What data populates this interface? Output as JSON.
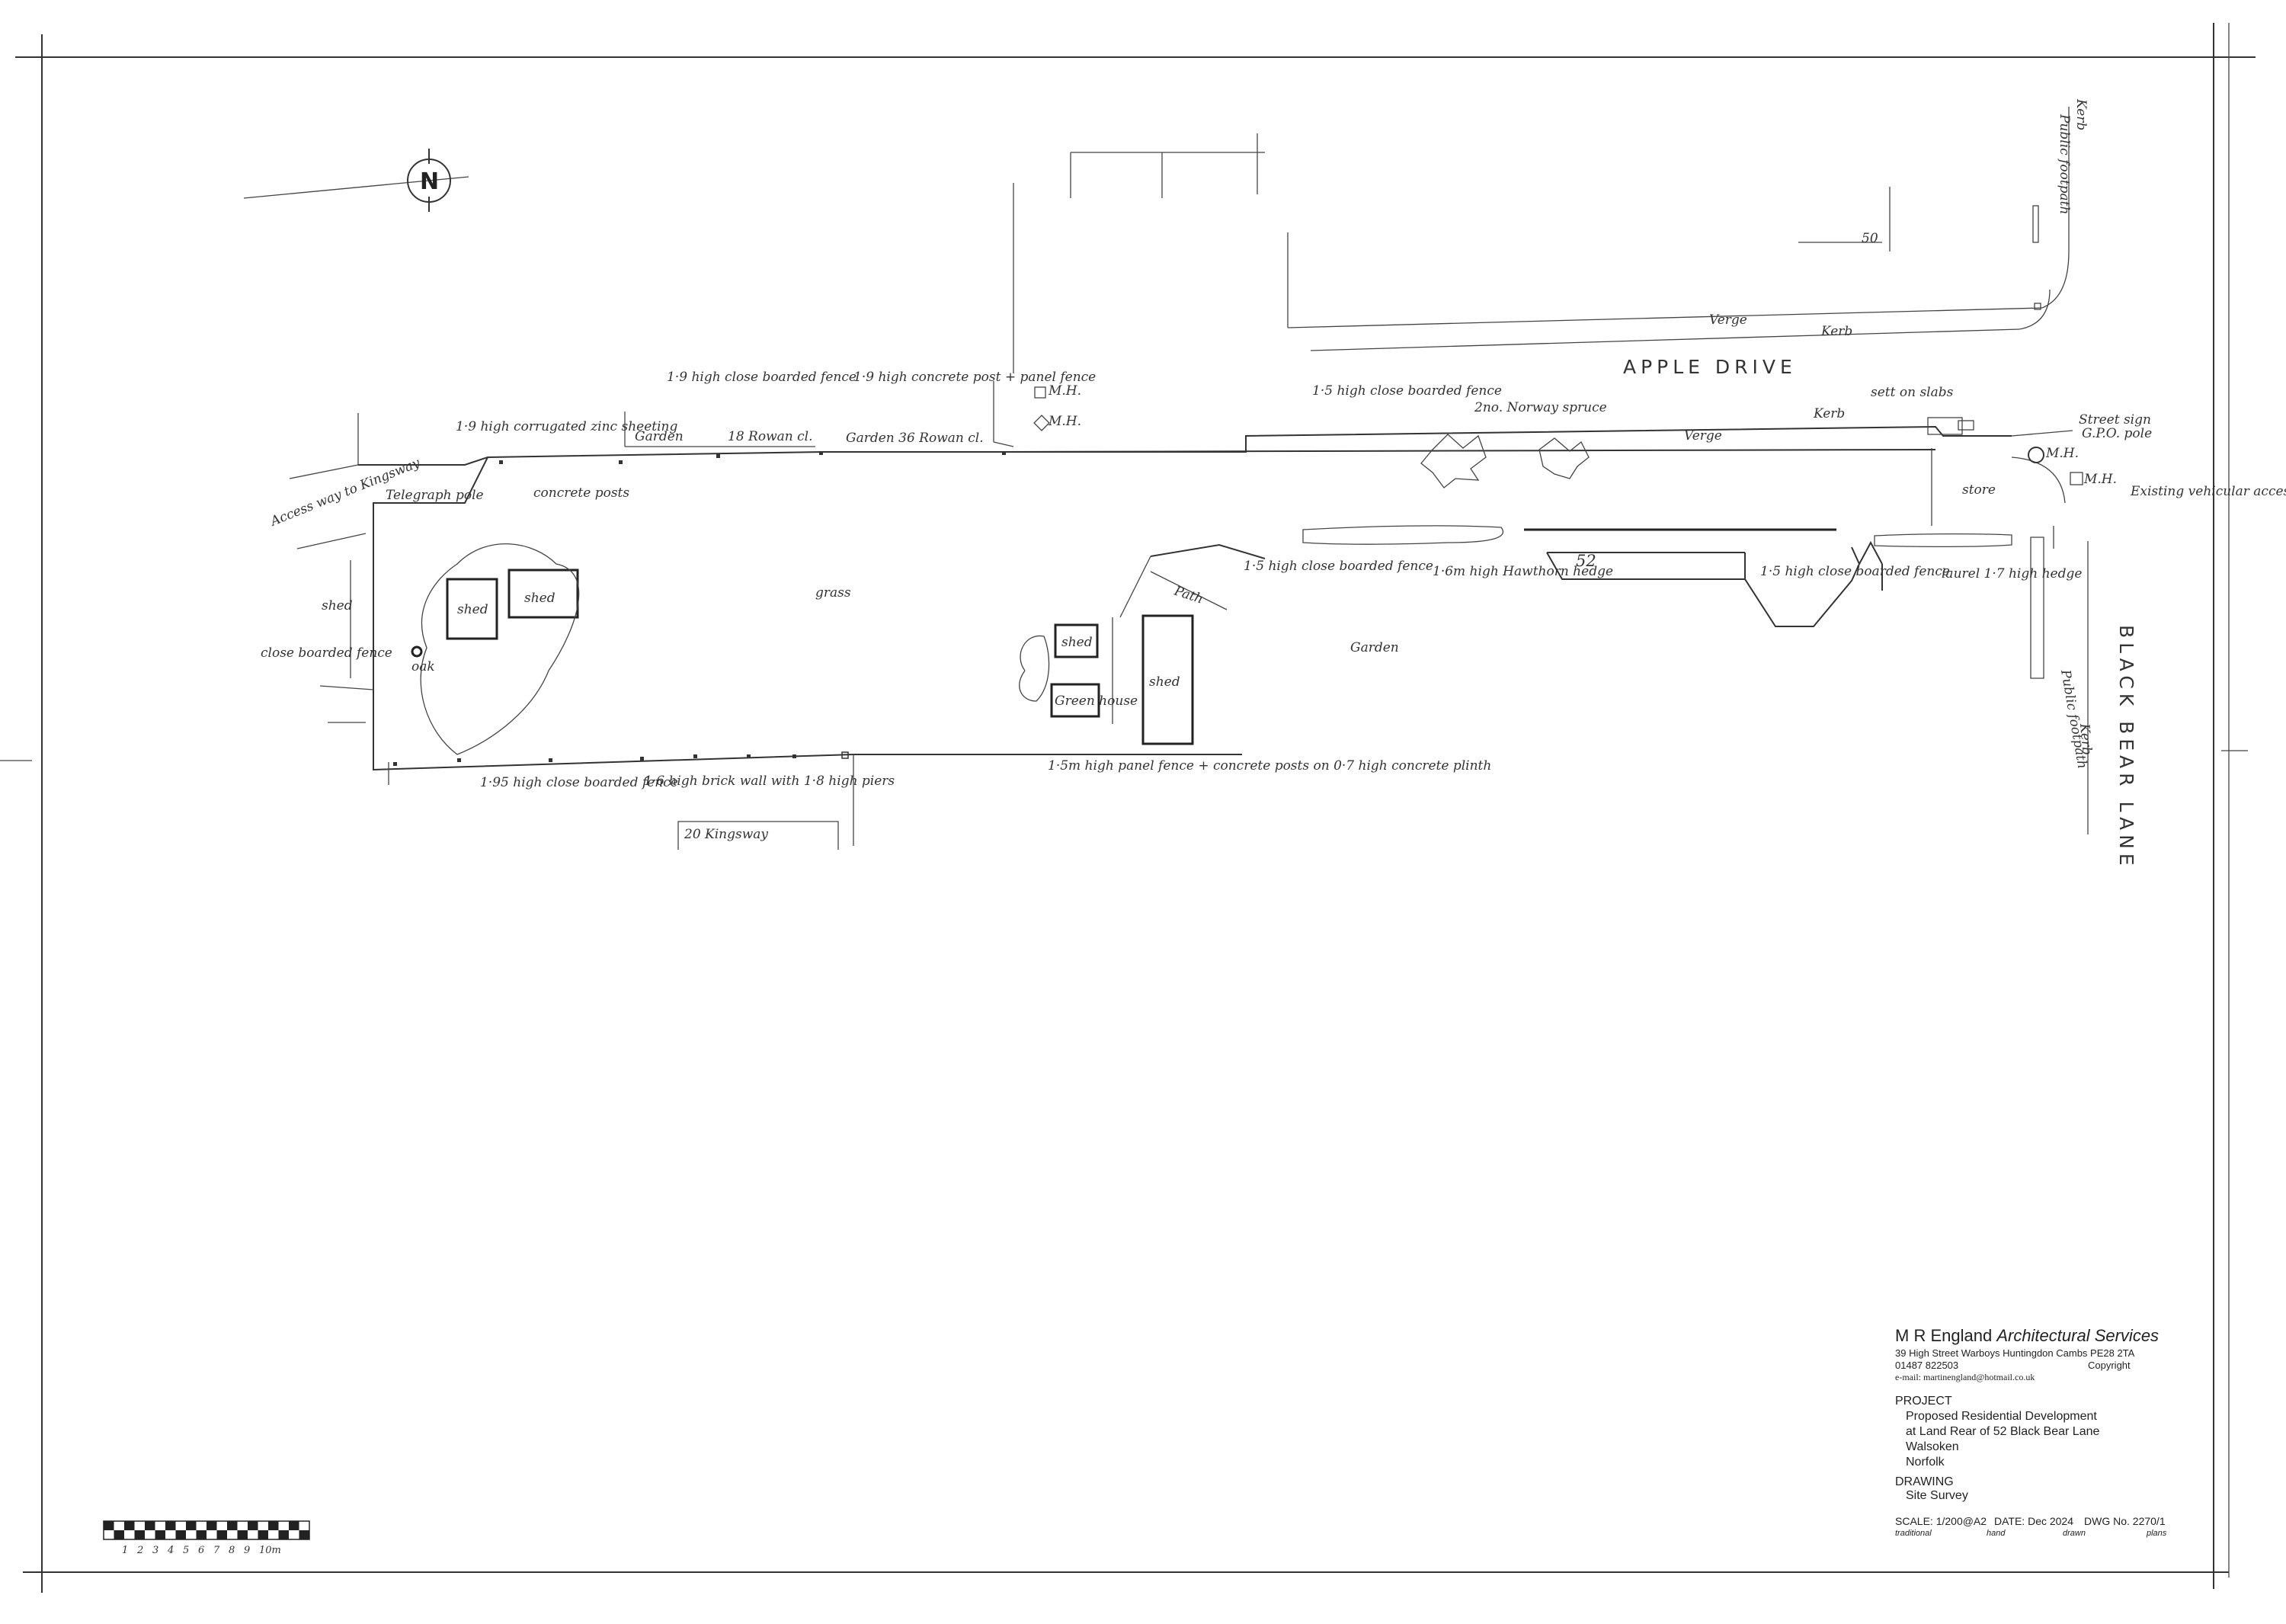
{
  "north_label": "N",
  "roads": {
    "apple_drive": "APPLE DRIVE",
    "black_bear_lane": "BLACK BEAR LANE"
  },
  "labels": {
    "kerb_1": "Kerb",
    "public_footpath_1": "Public footpath",
    "plot_50": "50",
    "verge_1": "Verge",
    "kerb_2": "Kerb",
    "mh_1": "M.H.",
    "mh_2": "M.H.",
    "mh_3": "M.H.",
    "mh_4": "M.H.",
    "fence_19_close": "1·9 high close boarded fence",
    "fence_19_concrete": "1·9 high concrete post + panel fence",
    "fence_15_close_top": "1·5 high close boarded fence",
    "norway_spruce": "2no. Norway spruce",
    "verge_2": "Verge",
    "kerb_3": "Kerb",
    "sett_on_slabs": "sett on slabs",
    "street_sign": "Street sign",
    "gpo_pole": "G.P.O. pole",
    "existing_access": "Existing vehicular access",
    "zinc_sheeting": "1·9 high corrugated zinc sheeting",
    "garden_18": "Garden",
    "rowan_18": "18 Rowan cl.",
    "garden_36": "Garden 36 Rowan cl.",
    "access_way": "Access way to Kingsway",
    "telegraph_pole": "Telegraph pole",
    "concrete_posts": "concrete posts",
    "shed_1": "shed",
    "shed_2": "shed",
    "shed_3": "shed",
    "shed_4": "shed",
    "shed_5": "shed",
    "close_boarded": "close boarded fence",
    "oak": "oak",
    "grass": "grass",
    "fence_15_close_mid": "1·5 high close boarded fence",
    "hawthorn_hedge": "1·6m high Hawthorn hedge",
    "house_52": "52",
    "fence_15_close_right": "1·5 high close boarded fence",
    "laurel_hedge": "laurel 1·7 high hedge",
    "store": "store",
    "path": "Path",
    "garden_main": "Garden",
    "green_house": "Green house",
    "public_footpath_2": "Public footpath",
    "kerb_4": "Kerb",
    "fence_195": "1·95 high close boarded fence",
    "brick_wall": "1·6 high brick wall with 1·8 high piers",
    "panel_fence": "1·5m high panel fence + concrete posts on 0·7 high concrete plinth",
    "kingsway_20": "20 Kingsway"
  },
  "scale_bar": {
    "ticks": [
      "1",
      "2",
      "3",
      "4",
      "5",
      "6",
      "7",
      "8",
      "9",
      "10m"
    ]
  },
  "title_block": {
    "firm_plain": "M R England",
    "firm_italic": "Architectural Services",
    "address": "39 High Street Warboys Huntingdon Cambs  PE28 2TA",
    "phone": "01487 822503",
    "copyright": "Copyright",
    "email": "e-mail: martinengland@hotmail.co.uk",
    "project_heading": "PROJECT",
    "project_lines": [
      "Proposed Residential Development",
      "at Land Rear of 52 Black Bear Lane",
      "Walsoken",
      "Norfolk"
    ],
    "drawing_heading": "DRAWING",
    "drawing_title": "Site Survey",
    "scale": "SCALE: 1/200@A2",
    "date": "DATE: Dec 2024",
    "dwg_no": "DWG No. 2270/1",
    "footer": [
      "traditional",
      "hand",
      "drawn",
      "plans"
    ]
  }
}
